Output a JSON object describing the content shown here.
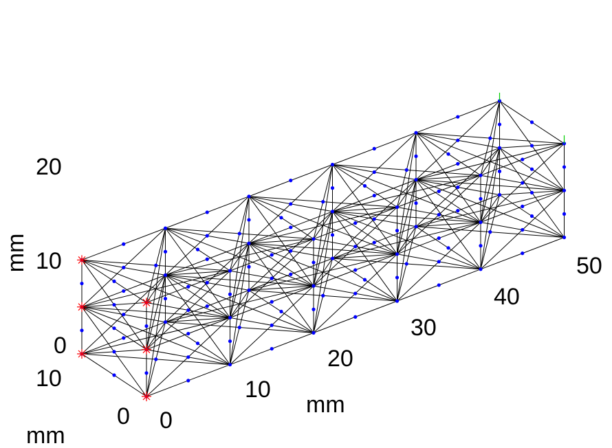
{
  "figure": {
    "y_axis": {
      "label": "mm",
      "ticks": [
        "20",
        "10",
        "0"
      ]
    },
    "x_axis": {
      "label": "mm",
      "ticks": [
        "0",
        "10",
        "20",
        "30",
        "40",
        "50"
      ]
    },
    "z_axis": {
      "label": "mm",
      "ticks": [
        "10",
        "0"
      ]
    },
    "colors": {
      "mesh_lines": "#000000",
      "nodes": "#0000ff",
      "constraint_markers": "#ff0000",
      "load_markers": "#00cc00"
    }
  },
  "mesh": {
    "length_mm": 50,
    "height_mm": 20,
    "depth_mm": 10,
    "cells_along_length": 5,
    "cells_along_height": 2,
    "cells_along_depth": 1,
    "constrained_face": "x = 0",
    "loaded_points": [
      "x = 50, y = 20, z = 0",
      "x = 50, y = 20, z = 10"
    ]
  }
}
